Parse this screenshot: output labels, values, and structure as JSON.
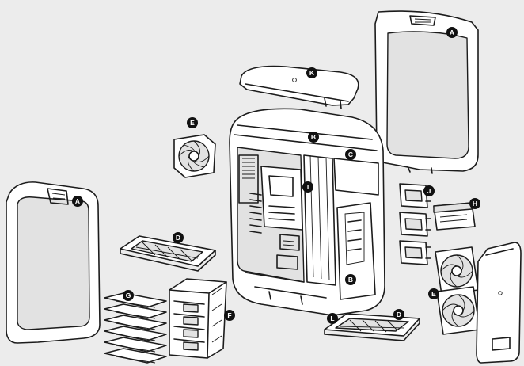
{
  "callouts": {
    "a1": "A",
    "a2": "A",
    "b1": "B",
    "b2": "B",
    "c": "C",
    "d1": "D",
    "d2": "D",
    "e1": "E",
    "e2": "E",
    "f": "F",
    "g": "G",
    "h": "H",
    "i": "I",
    "j": "J",
    "k": "K",
    "l": "L"
  },
  "colors": {
    "background": "#ececec",
    "line": "#1c1c1c",
    "callout": "#111111"
  }
}
